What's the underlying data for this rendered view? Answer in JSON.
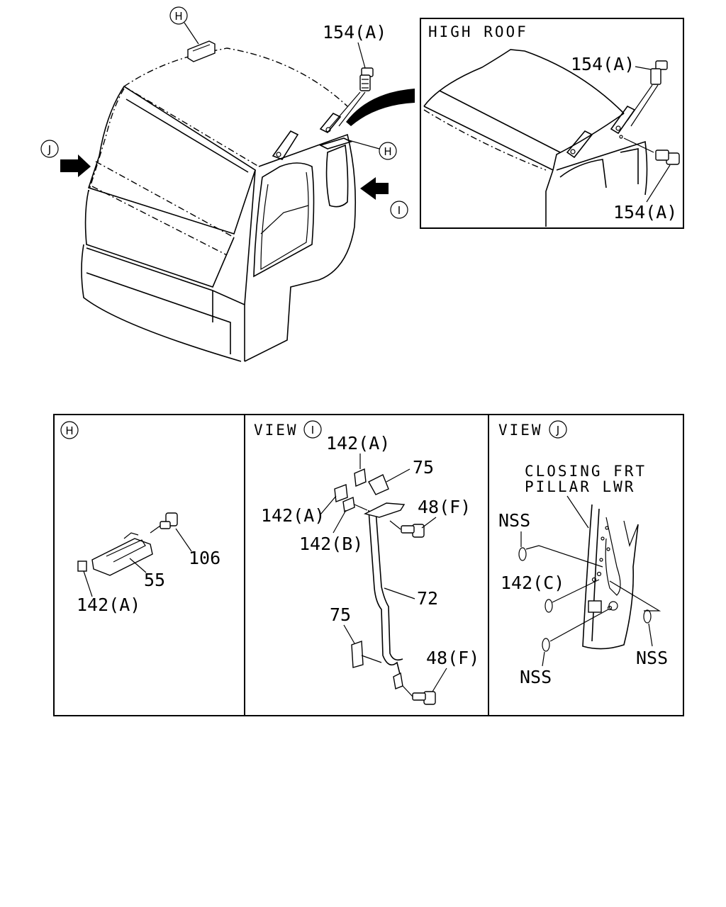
{
  "main_view": {
    "callouts": {
      "top_bolt": "154(A)",
      "h_top": "H",
      "h_side": "H",
      "view_j": "J",
      "view_i": "I"
    }
  },
  "high_roof": {
    "title": "HIGH ROOF",
    "bolt_top": "154(A)",
    "bolt_bottom": "154(A)"
  },
  "panel_h": {
    "marker": "H",
    "labels": {
      "p106": "106",
      "p55": "55",
      "p142a": "142(A)"
    }
  },
  "panel_i": {
    "view_word": "VIEW",
    "marker": "I",
    "labels": {
      "p142a_top": "142(A)",
      "p75_top": "75",
      "p142a_left": "142(A)",
      "p48f_top": "48(F)",
      "p142b": "142(B)",
      "p72": "72",
      "p75_bottom": "75",
      "p48f_bottom": "48(F)"
    }
  },
  "panel_j": {
    "view_word": "VIEW",
    "marker": "J",
    "labels": {
      "closing_line1": "CLOSING FRT",
      "closing_line2": "PILLAR LWR",
      "nss_1": "NSS",
      "p142c": "142(C)",
      "nss_2": "NSS",
      "nss_3": "NSS"
    }
  }
}
